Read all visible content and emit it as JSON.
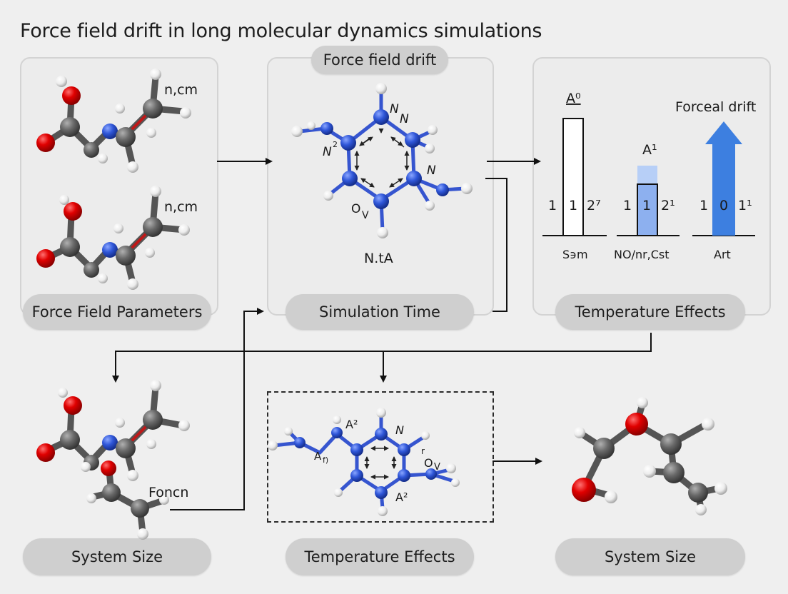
{
  "title": "Force field drift in long molecular dynamics simulations",
  "panels": {
    "top_left_label": "Force Field Parameters",
    "top_mid_header": "Force field drift",
    "top_mid_label": "Simulation Time",
    "top_right_label": "Temperature Effects",
    "bottom_left_label": "System Size",
    "bottom_mid_label": "Temperature Effects",
    "bottom_right_label": "System Size"
  },
  "molecule_labels": {
    "tl_upper": "n,cm",
    "tl_lower": "n,cm",
    "tm_n_top": "N",
    "tm_n_top2": "N",
    "tm_n_left": "N",
    "tm_n_left_sup": "2",
    "tm_n_right": "N",
    "tm_ov": "O",
    "tm_ov_sub": "V",
    "tm_caption": "N.tA",
    "bl_foncn": "Foncn",
    "bm_a2_top": "A²",
    "bm_n": "N",
    "bm_a_left": "A",
    "bm_a_left_sub": "f)",
    "bm_r": "r",
    "bm_ov": "O",
    "bm_ov_sub": "V",
    "bm_a2_bottom": "A²"
  },
  "chart_data": {
    "type": "bar",
    "groups": [
      {
        "top_label": "A⁰",
        "numbers": [
          "1",
          "1",
          "2⁷"
        ],
        "caption": "S϶m",
        "bar_color": "#ffffff"
      },
      {
        "top_label": "A¹",
        "numbers": [
          "1",
          "1",
          "2¹"
        ],
        "caption": "NO/nr,Cst",
        "bar_color": "#a8c6f5"
      },
      {
        "top_label": "Forceal drift",
        "numbers": [
          "1",
          "0",
          "1¹"
        ],
        "caption": "Art",
        "bar_color": "#3d7fe0"
      }
    ]
  },
  "colors": {
    "oxygen": "#d40000",
    "carbon": "#606060",
    "nitrogen": "#2c52d6",
    "hydrogen": "#f5f5f5",
    "bond_blue": "#3655cf",
    "arrow": "#111111"
  }
}
